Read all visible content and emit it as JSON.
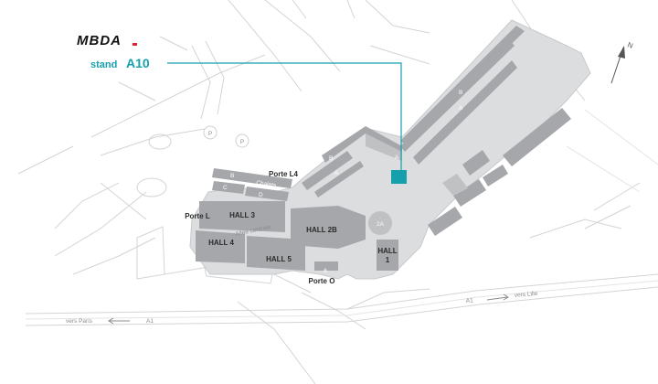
{
  "brand": {
    "logo_text": "MBDA",
    "logo_color": "#111111",
    "accent": "#e3232b"
  },
  "stand": {
    "label": "stand",
    "number": "A10",
    "color": "#15a0ac"
  },
  "compass": {
    "letter": "N"
  },
  "parking": {
    "symbol": "P"
  },
  "halls": {
    "hall_2a": "2A",
    "hall_2b": "HALL 2B",
    "hall_3": "HALL 3",
    "hall_4": "HALL 4",
    "hall_5": "HALL 5",
    "hall_1_line1": "HALL",
    "hall_1_line2": "1"
  },
  "gates": {
    "porte_l4": "Porte L4",
    "porte_l": "Porte L",
    "porte_o": "Porte O"
  },
  "rows": {
    "b": "B",
    "a": "A",
    "c": "C",
    "d": "D",
    "six": "6",
    "chalets": "Chalets",
    "allee": "Allée centrale"
  },
  "road": {
    "a1_east": "A1",
    "a1_west": "A1",
    "vers_lille": "vers Lille",
    "vers_paris": "vers Paris"
  }
}
